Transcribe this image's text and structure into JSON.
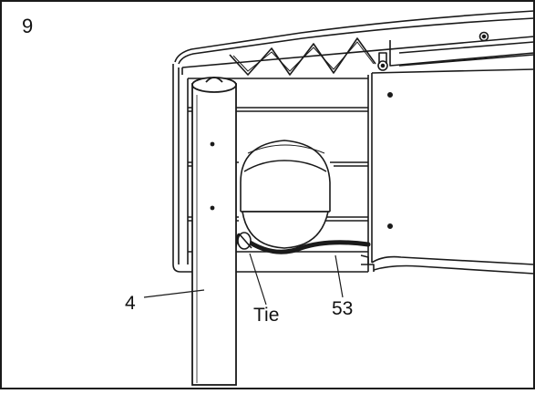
{
  "step_number": "9",
  "callouts": {
    "part_4": "4",
    "tie": "Tie",
    "part_53": "53"
  },
  "colors": {
    "line": "#1a1a1a",
    "background": "#ffffff"
  }
}
